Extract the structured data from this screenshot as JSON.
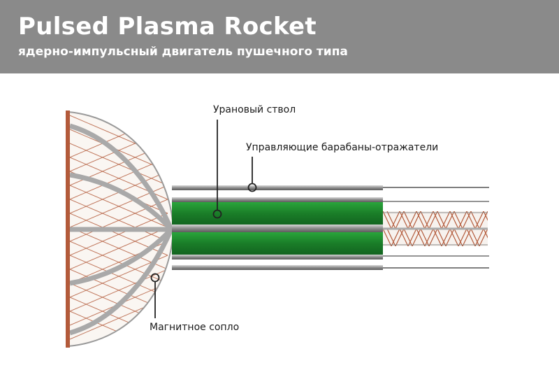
{
  "header": {
    "title": "Pulsed Plasma Rocket",
    "subtitle": "ядерно-импульсный двигатель пушечного типа"
  },
  "labels": {
    "uranium_barrel": "Урановый ствол",
    "control_drums": "Управляющие барабаны-отражатели",
    "magnetic_nozzle": "Магнитное сопло"
  },
  "colors": {
    "banner": "#8a8a8a",
    "barrel_green": "#1f8f2e",
    "copper_wire": "#b35a3a",
    "steel": "#9a9a9a"
  }
}
